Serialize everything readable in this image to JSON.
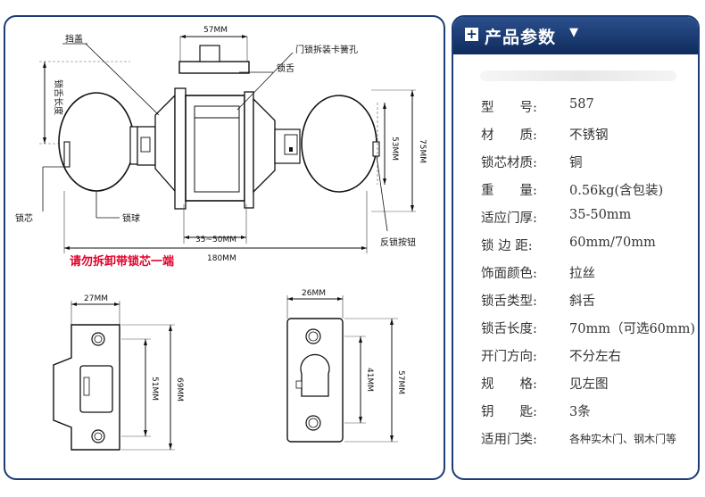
{
  "drawing": {
    "knob_assembly": {
      "dim_top": "57MM",
      "label_baffle_cover": "挡盖",
      "label_door_lock_spring_hole": "门锁拆装卡簧孔",
      "label_latch": "锁舌",
      "label_latch_length": "锁舌长度",
      "label_lock_core": "锁芯",
      "label_lock_ball": "锁球",
      "label_reverse_button": "反锁按钮",
      "dim_53": "53MM",
      "dim_75": "75MM",
      "dim_35_50": "35~50MM",
      "dim_180": "180MM",
      "warning": "请勿拆卸带锁芯一端"
    },
    "strike_plate": {
      "dim_width": "27MM",
      "dim_51": "51MM",
      "dim_69": "69MM"
    },
    "latch_plate": {
      "dim_width": "26MM",
      "dim_41": "41MM",
      "dim_57": "57MM"
    }
  },
  "specs": {
    "header_icon": "plus-box-icon",
    "header_title": "产品参数",
    "header_chevron": "▼",
    "rows": [
      {
        "label": "型　　号:",
        "value": "587"
      },
      {
        "label": "材　　质:",
        "value": "不锈钢"
      },
      {
        "label": "锁芯材质:",
        "value": "铜"
      },
      {
        "label": "重　　量:",
        "value": "0.56kg(含包装)"
      },
      {
        "label": "适应门厚:",
        "value": "35-50mm"
      },
      {
        "label": "锁 边 距:",
        "value": "60mm/70mm"
      },
      {
        "label": "饰面颜色:",
        "value": "拉丝"
      },
      {
        "label": "锁舌类型:",
        "value": "斜舌"
      },
      {
        "label": "锁舌长度:",
        "value": "70mm（可选60mm)"
      },
      {
        "label": "开门方向:",
        "value": "不分左右"
      },
      {
        "label": "规　　格:",
        "value": "见左图"
      },
      {
        "label": "钥　　匙:",
        "value": "3条"
      },
      {
        "label": "适用门类:",
        "value": "各种实木门、钢木门等"
      }
    ]
  },
  "colors": {
    "frame": "#1c3c78",
    "header_top": "#2b4f8c",
    "header_bottom": "#0f2b5c",
    "warning": "#e0002a"
  }
}
